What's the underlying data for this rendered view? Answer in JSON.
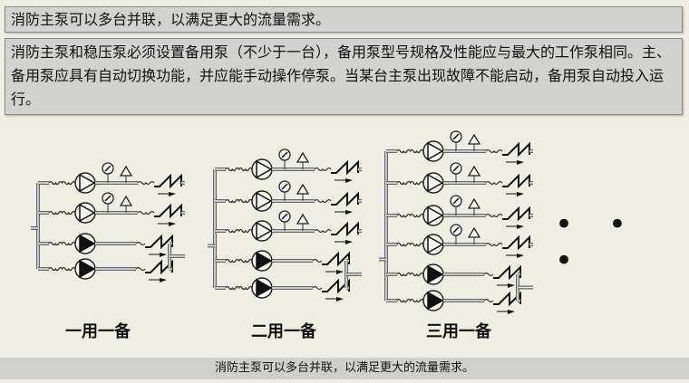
{
  "headline": "消防主泵可以多台并联，以满足更大的流量需求。",
  "description": "消防主泵和稳压泵必须设置备用泵（不少于一台），备用泵型号规格及性能应与最大的工作泵相同。主、备用泵应具有自动切换功能，并应能手动操作停泵。当某台主泵出现故障不能启动，备用泵自动投入运行。",
  "diagrams": [
    {
      "label": "一用一备",
      "working": 2,
      "standby": 2
    },
    {
      "label": "二用一备",
      "working": 3,
      "standby": 2
    },
    {
      "label": "三用一备",
      "working": 4,
      "standby": 2
    }
  ],
  "ellipsis": "• • •",
  "footer": "消防主泵可以多台并联，以满足更大的流量需求。"
}
